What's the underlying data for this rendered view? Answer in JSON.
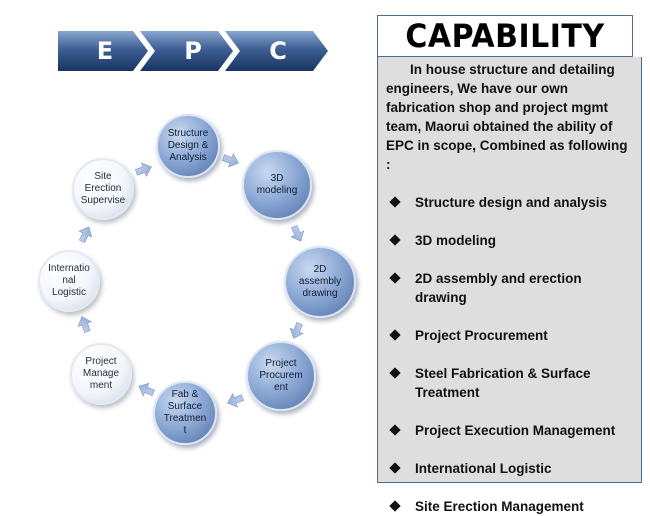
{
  "banner": {
    "letters": [
      "E",
      "P",
      "C"
    ],
    "colors": {
      "dark": "#1d3d6b",
      "light": "#6f8fc0"
    }
  },
  "cycle": {
    "nodes": [
      {
        "label": "Structure\nDesign &\nAnalysis",
        "style": "blue"
      },
      {
        "label": "3D\nmodeling",
        "style": "blue"
      },
      {
        "label": "2D\nassembly\ndrawing",
        "style": "blue"
      },
      {
        "label": "Project\nProcurem\nent",
        "style": "blue"
      },
      {
        "label": "Fab &\nSurface\nTreatmen\nt",
        "style": "blue"
      },
      {
        "label": "Project\nManage\nment",
        "style": "light"
      },
      {
        "label": "Internatio\nnal\nLogistic",
        "style": "light"
      },
      {
        "label": "Site\nErection\nSupervise",
        "style": "light"
      }
    ],
    "arrow_color": "#a9bde0"
  },
  "capability": {
    "title": "CAPABILITY",
    "intro": "In house structure and detailing engineers, We have our own fabrication shop and project mgmt team, Maorui obtained the ability of EPC in scope, Combined as following :",
    "items": [
      "Structure design and analysis",
      "3D modeling",
      "2D assembly and erection drawing",
      "Project Procurement",
      "Steel Fabrication & Surface Treatment",
      "Project Execution Management",
      "International Logistic",
      "Site Erection Management"
    ]
  }
}
